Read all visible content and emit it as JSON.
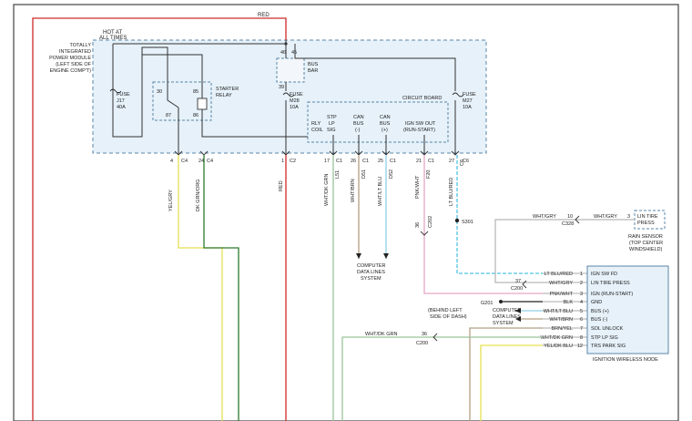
{
  "colors": {
    "red": "#cc2a2a",
    "yellow": "#e6df52",
    "dk_green": "#2c7a2c",
    "wht_dk_grn": "#9bc49b",
    "wht_brn": "#b39f84",
    "wht_lt_blu": "#8fd0e8",
    "pnk_wht": "#e6a6c7",
    "lt_blu_red": "#4fc4e3",
    "wht_gry": "#b8b8b8",
    "black": "#222222",
    "tipm_fill": "#e6f1f9",
    "dash": "#5b86a8"
  },
  "top_wire": {
    "label": "RED"
  },
  "tipm": {
    "hot_at": "HOT AT",
    "all_times": "ALL TIMES",
    "name_lines": [
      "TOTALLY",
      "INTEGRATED",
      "POWER MODULE",
      "(LEFT SIDE OF",
      "ENGINE COMP'T)"
    ],
    "fuse_j17": {
      "lines": [
        "FUSE",
        "J17",
        "40A"
      ]
    },
    "starter_relay": {
      "lines": [
        "STARTER",
        "RELAY"
      ],
      "pins": [
        "30",
        "85",
        "87",
        "86"
      ]
    },
    "bus_bar": {
      "lines": [
        "BUS",
        "BAR"
      ],
      "pins": [
        "46",
        "45"
      ]
    },
    "fuse_m28": {
      "pin": "39",
      "lines": [
        "FUSE",
        "M28",
        "10A"
      ]
    },
    "fuse_m27": {
      "lines": [
        "FUSE",
        "M27",
        "10A"
      ]
    },
    "circuit_board": {
      "title": "CIRCUIT BOARD",
      "rly_coil": [
        "RLY",
        "COIL"
      ],
      "stp_lp_sig": [
        "STP",
        "LP",
        "SIG"
      ],
      "can_bus_neg": [
        "CAN",
        "BUS",
        "(-)"
      ],
      "can_bus_pos": [
        "CAN",
        "BUS",
        "(+)"
      ],
      "ign_sw_out": [
        "IGN SW OUT",
        "(RUN-START)"
      ]
    },
    "pins": [
      "4",
      "24",
      "1",
      "17",
      "26",
      "25",
      "21",
      "27"
    ],
    "connector_tags": [
      "C4",
      "C4",
      "C2",
      "C1",
      "C1",
      "C1",
      "C1",
      "C6"
    ]
  },
  "wires": {
    "yel_gry": "YEL/GRY",
    "dk_grn_org": "DK GRN/ORG",
    "red": "RED",
    "wht_dk_grn": "WHT/DK GRN",
    "l51": "L51",
    "wht_brn": "WHT/BRN",
    "d51": "D51",
    "wht_lt_blu": "WHT/LT BLU",
    "d52": "D52",
    "pnk_wht": "PNK/WHT",
    "f20": "F20",
    "lt_blu_red": "LT BLU/RED",
    "c6": "C6"
  },
  "pnk_connector": {
    "pin": "36",
    "tag": "C202"
  },
  "splice": "S301",
  "data_lines": [
    "COMPUTER",
    "DATA LINES",
    "SYSTEM"
  ],
  "rain_sensor": {
    "box_lines": [
      "LIN TIRE",
      "PRESS"
    ],
    "pin": "3",
    "wire_label": "WHT/GRY",
    "connector": "C328",
    "pin_10": "10",
    "caption": [
      "RAIN SENSOR",
      "(TOP CENTER",
      "WINDSHIELD)"
    ]
  },
  "node_pins": [
    {
      "num": "1",
      "wire": "LT BLU/RED",
      "label": "IGN SW FD"
    },
    {
      "num": "2",
      "wire": "WHT/GRY",
      "label": "LIN TIRE PRESS"
    },
    {
      "num": "3",
      "wire": "PNK/WHT",
      "label": "IGN (RUN-START)"
    },
    {
      "num": "4",
      "wire": "BLK",
      "label": "GND"
    },
    {
      "num": "5",
      "wire": "WHT/LT BLU",
      "label": "BUS (+)"
    },
    {
      "num": "6",
      "wire": "WHT/BRN",
      "label": "BUS (-)"
    },
    {
      "num": "7",
      "wire": "BRN/YEL",
      "label": "SOL UNLOCK"
    },
    {
      "num": "8",
      "wire": "WHT/DK GRN",
      "label": "STP LP SIG"
    },
    {
      "num": "12",
      "wire": "YEL/DK BLU",
      "label": "TRS PARK SIG"
    }
  ],
  "node_name": "IGNITION WIRELESS NODE",
  "c200_pin37": "37",
  "c200": "C200",
  "ground": {
    "tag": "G201",
    "lines": [
      "(BEHIND LEFT",
      "SIDE OF DASH)"
    ]
  },
  "wht_dk_grn_pin": "36",
  "wht_dk_grn_lower": "WHT/DK GRN"
}
